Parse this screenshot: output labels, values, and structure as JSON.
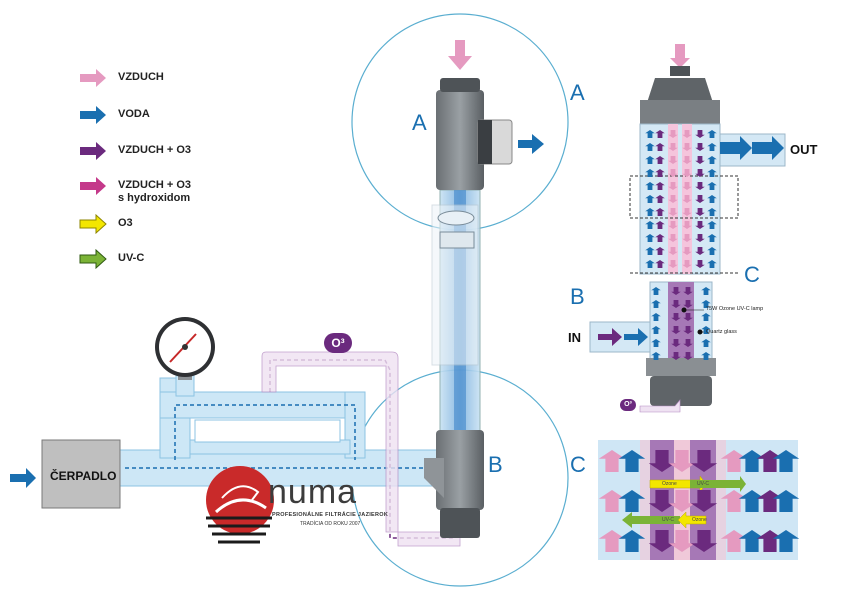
{
  "legend": {
    "items": [
      {
        "label": "VZDUCH",
        "color": "#e59ac0"
      },
      {
        "label": "VODA",
        "color": "#1a6fb0"
      },
      {
        "label": "VZDUCH + O3",
        "color": "#6b2a7e"
      },
      {
        "label": "VZDUCH + O3\ns hydroxidom",
        "color": "#c4398a"
      },
      {
        "label": "O3",
        "color": "#f3e600"
      },
      {
        "label": "UV-C",
        "color": "#7bb336"
      }
    ]
  },
  "labels": {
    "circle_top": "A",
    "circle_bottom": "B",
    "detail_a": "A",
    "detail_b": "B",
    "detail_c1": "C",
    "detail_c2": "C"
  },
  "pump": {
    "label": "ČERPADLO"
  },
  "ozone_badge": "O³",
  "ozone_badge_small": "O³",
  "logo": {
    "name": "numa",
    "subtitle": "PROFESIONÁLNE FILTRÁCIE JAZIEROK",
    "tagline": "TRADÍCIA OD ROKU 2007"
  },
  "detail": {
    "out_label": "OUT",
    "in_label": "IN",
    "lamp_label": "75W Ozone UV-C lamp",
    "glass_label": "Quartz glass",
    "ozone_tag": "Ozone",
    "uvc_tag": "UV-C"
  },
  "colors": {
    "water": "#1a6fb0",
    "air": "#e59ac0",
    "air_o3": "#6b2a7e",
    "air_o3_hydroxide": "#c4398a",
    "o3": "#f3e600",
    "uvc": "#7bb336",
    "circle": "#5aaed0"
  }
}
